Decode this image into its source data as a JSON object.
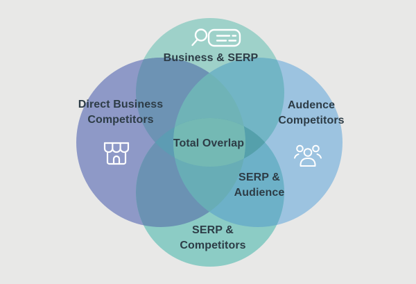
{
  "background_color": "#e8e8e7",
  "text_color": "#2d3c46",
  "icon_color": "#ffffff",
  "venn": {
    "circles": {
      "top": {
        "label": "Business & SERP",
        "color": "#9ed1c9",
        "icon": "serp-result-icon"
      },
      "left": {
        "label_line1": "Direct Business",
        "label_line2": "Competitors",
        "color": "#8e99c7",
        "icon": "storefront-icon"
      },
      "right": {
        "label_line1": "Audence",
        "label_line2": "Competitors",
        "color": "#9cc3e0",
        "icon": "audience-icon"
      },
      "bottom": {
        "label_line1": "SERP &",
        "label_line2": "Competitors",
        "color": "#8cccc5"
      }
    },
    "overlaps": {
      "center": {
        "label": "Total Overlap",
        "color": "#74b9b4"
      },
      "top_left": {
        "color": "#6d93b4"
      },
      "top_right": {
        "color": "#72b5c5"
      },
      "bottom_left": {
        "color": "#6b92b3"
      },
      "bottom_right": {
        "label_line1": "SERP &",
        "label_line2": "Audience",
        "color": "#6db1c8"
      },
      "wedge_top": {
        "color": "#6fb3b7"
      },
      "wedge_left": {
        "color": "#5d9cb3"
      },
      "wedge_right": {
        "color": "#55a0ab"
      },
      "wedge_bottom": {
        "color": "#68adb6"
      }
    }
  }
}
